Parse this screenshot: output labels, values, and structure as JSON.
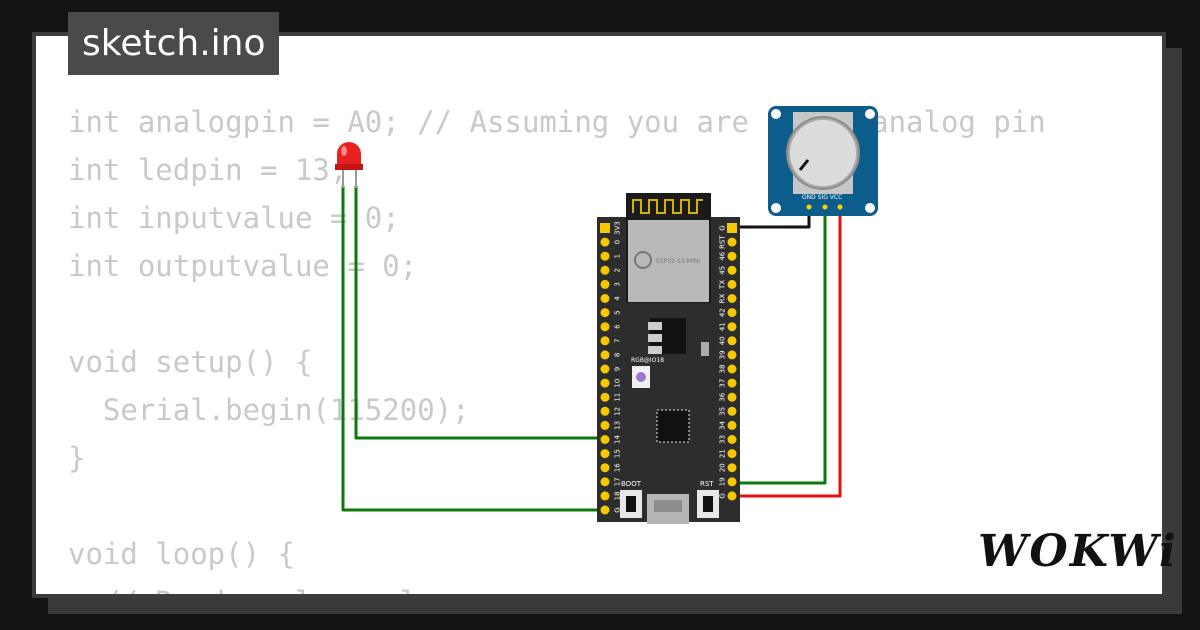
{
  "tab": {
    "title": "sketch.ino"
  },
  "code_lines": [
    "int analogpin = A0; // Assuming you are using analog pin",
    "int ledpin = 13;",
    "int inputvalue = 0;",
    "int outputvalue = 0;",
    "",
    "void setup() {",
    "  Serial.begin(115200);",
    "}",
    "",
    "void loop() {",
    "  // Read analog value"
  ],
  "board": {
    "module_label": "ESP32-S3-MINI",
    "rgb_label": "RGB@IO18",
    "boot_label": "BOOT",
    "rst_label": "RST",
    "left_pins": [
      "3V3",
      "0",
      "1",
      "2",
      "3",
      "4",
      "5",
      "6",
      "7",
      "8",
      "9",
      "10",
      "11",
      "12",
      "13",
      "14",
      "15",
      "16",
      "17",
      "18",
      "G"
    ],
    "right_pins": [
      "G",
      "RST",
      "46",
      "45",
      "TX",
      "RX",
      "42",
      "41",
      "40",
      "39",
      "38",
      "37",
      "36",
      "35",
      "34",
      "33",
      "21",
      "20",
      "19",
      "G"
    ]
  },
  "potentiometer": {
    "pin_labels": "GND SIG VCC"
  },
  "logo": {
    "text": "WOKWi"
  },
  "colors": {
    "background": "#141414",
    "board": "#2d2d2d",
    "pot": "#0c5d8c",
    "wire_green": "#0b7a0b",
    "wire_red": "#e11",
    "wire_black": "#111111",
    "led": "#e22"
  }
}
